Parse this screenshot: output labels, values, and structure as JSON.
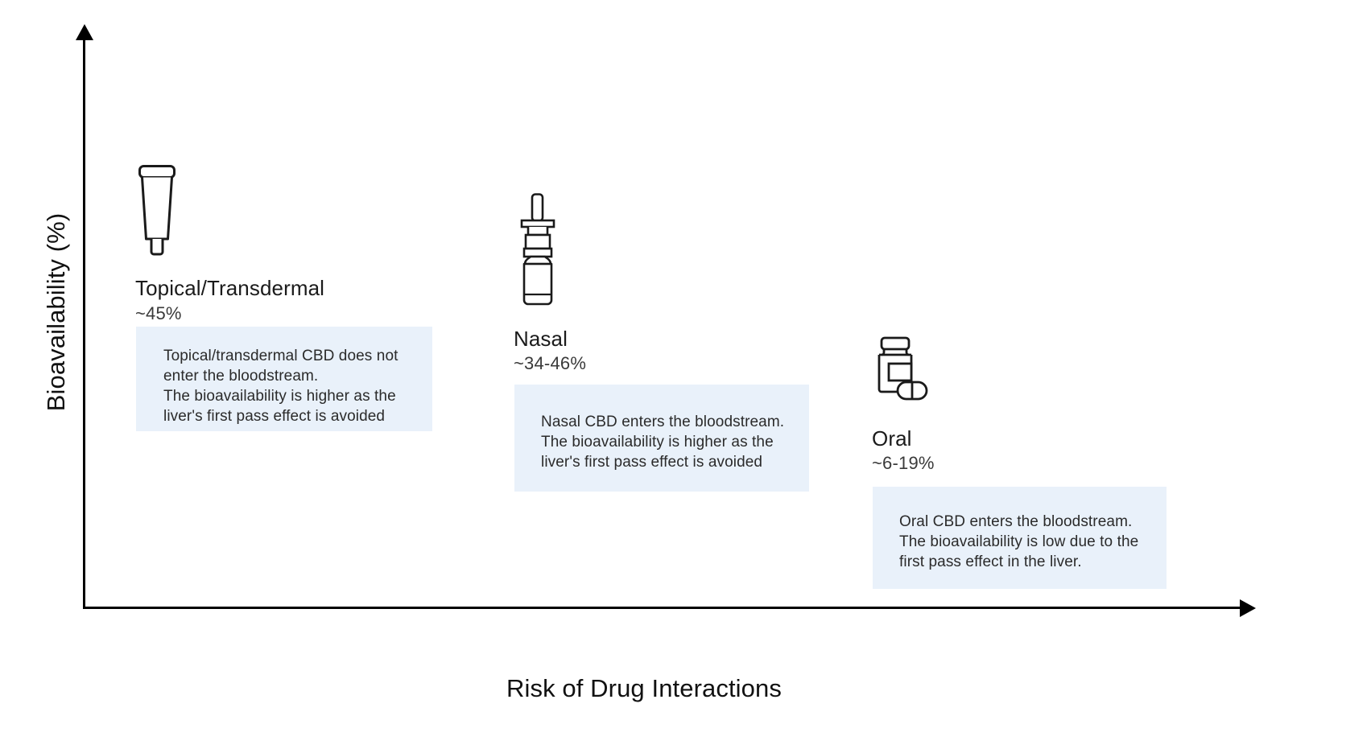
{
  "chart_data": {
    "type": "scatter",
    "title": "",
    "xlabel": "Risk of Drug Interactions",
    "ylabel": "Bioavailability (%)",
    "grid": false,
    "legend": "none",
    "axis_style": "arrow-axes, no tick labels",
    "categories": [
      "Topical/Transdermal",
      "Nasal",
      "Oral"
    ],
    "values": [
      45,
      40,
      12.5
    ],
    "value_labels": [
      "~45%",
      "~34-46%",
      "~6-19%"
    ],
    "points": [
      {
        "label": "Topical/Transdermal",
        "value_label": "~45%",
        "bioavailability_percent": 45,
        "bioavailability_range": [
          45,
          45
        ],
        "risk_rank": 1,
        "icon": "cream-tube-icon",
        "note": "Topical/transdermal CBD does not\nenter the bloodstream.\nThe bioavailability is higher as the\nliver's first pass effect is avoided"
      },
      {
        "label": "Nasal",
        "value_label": "~34-46%",
        "bioavailability_percent": 40,
        "bioavailability_range": [
          34,
          46
        ],
        "risk_rank": 2,
        "icon": "nasal-spray-icon",
        "note": "Nasal CBD enters the bloodstream.\nThe bioavailability is higher as the\nliver's first pass effect is avoided"
      },
      {
        "label": "Oral",
        "value_label": "~6-19%",
        "bioavailability_percent": 12.5,
        "bioavailability_range": [
          6,
          19
        ],
        "risk_rank": 3,
        "icon": "pill-bottle-icon",
        "note": "Oral CBD enters the bloodstream.\nThe bioavailability is low due to the\nfirst pass effect in the liver."
      }
    ]
  },
  "axes": {
    "y_label": "Bioavailability (%)",
    "x_label": "Risk of Drug Interactions"
  },
  "colors": {
    "note_box_background": "#e9f1fa",
    "axis": "#000000",
    "icon_stroke": "#1a1a1a",
    "title_text": "#1b1b1b",
    "value_text": "#3a3a3a",
    "note_text": "#2b2b2b",
    "page_background": "#ffffff"
  }
}
